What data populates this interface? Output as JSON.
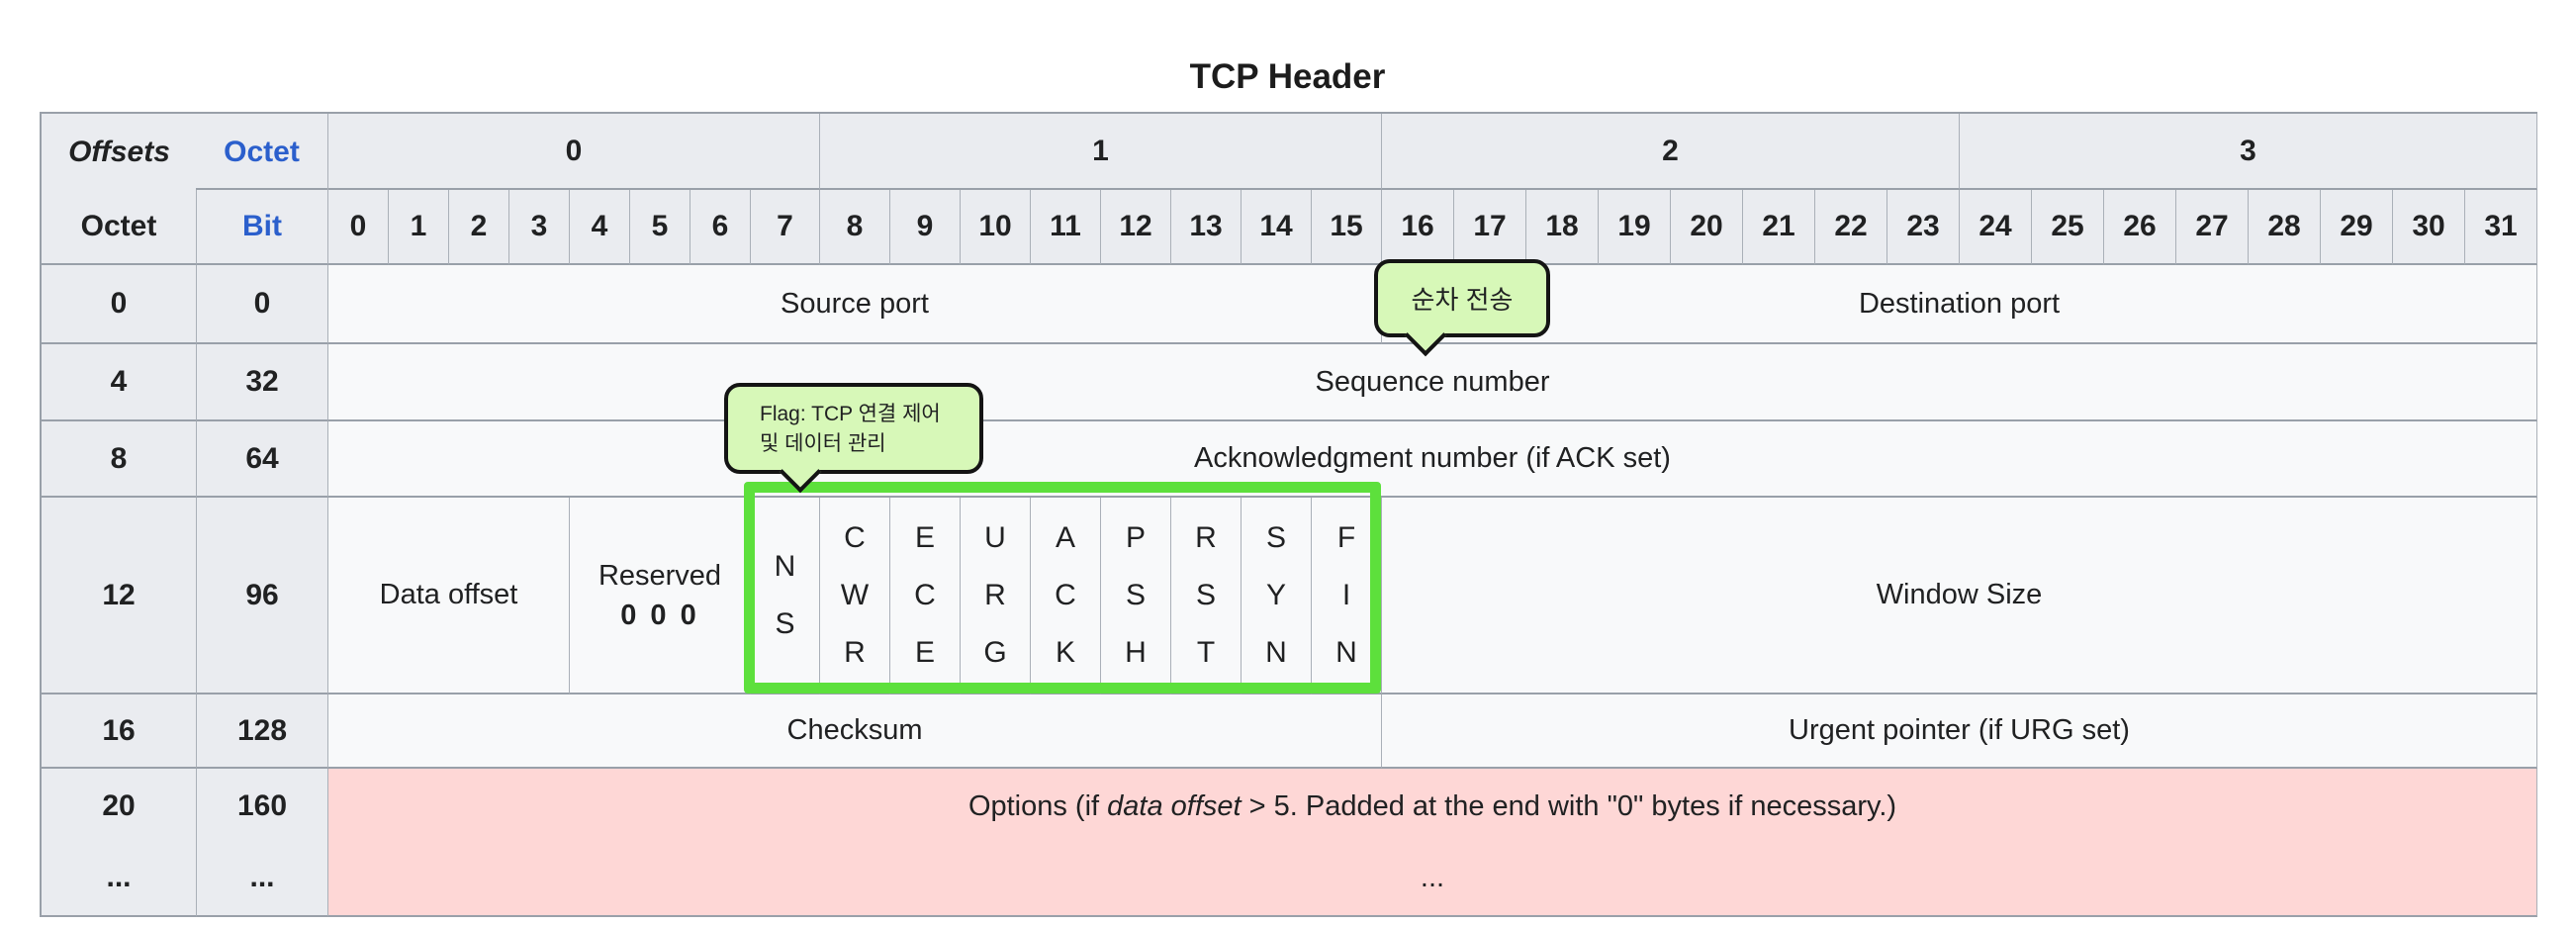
{
  "title": "TCP Header",
  "table": {
    "corner": {
      "offsets": "Offsets",
      "octet_top": "Octet",
      "octet_left": "Octet",
      "bit": "Bit"
    },
    "octet_groups": [
      "0",
      "1",
      "2",
      "3"
    ],
    "bit_numbers": [
      "0",
      "1",
      "2",
      "3",
      "4",
      "5",
      "6",
      "7",
      "8",
      "9",
      "10",
      "11",
      "12",
      "13",
      "14",
      "15",
      "16",
      "17",
      "18",
      "19",
      "20",
      "21",
      "22",
      "23",
      "24",
      "25",
      "26",
      "27",
      "28",
      "29",
      "30",
      "31"
    ],
    "rows": [
      {
        "offset": "0",
        "bit": "0",
        "cells": [
          {
            "label": "Source port"
          },
          {
            "label": "Destination port"
          }
        ]
      },
      {
        "offset": "4",
        "bit": "32",
        "cells": [
          {
            "label": "Sequence number"
          }
        ]
      },
      {
        "offset": "8",
        "bit": "64",
        "cells": [
          {
            "label": "Acknowledgment number (if ACK set)"
          }
        ]
      },
      {
        "offset": "12",
        "bit": "96",
        "data_offset_label": "Data offset",
        "reserved_label": "Reserved",
        "reserved_bits": "0 0 0",
        "flags": [
          {
            "name": "NS",
            "stacked": "N\nS"
          },
          {
            "name": "CWR",
            "stacked": "C\nW\nR"
          },
          {
            "name": "ECE",
            "stacked": "E\nC\nE"
          },
          {
            "name": "URG",
            "stacked": "U\nR\nG"
          },
          {
            "name": "ACK",
            "stacked": "A\nC\nK"
          },
          {
            "name": "PSH",
            "stacked": "P\nS\nH"
          },
          {
            "name": "RST",
            "stacked": "R\nS\nT"
          },
          {
            "name": "SYN",
            "stacked": "S\nY\nN"
          },
          {
            "name": "FIN",
            "stacked": "F\nI\nN"
          }
        ],
        "window_label": "Window Size"
      },
      {
        "offset": "16",
        "bit": "128",
        "cells": [
          {
            "label": "Checksum"
          },
          {
            "label": "Urgent pointer (if URG set)"
          }
        ]
      },
      {
        "offset": "20",
        "bit": "160",
        "offset_more": "...",
        "bit_more": "...",
        "options_prefix": "Options (if ",
        "options_emphasis": "data offset",
        "options_suffix": " > 5. Padded at the end with \"0\" bytes if necessary.)",
        "options_more": "..."
      }
    ]
  },
  "annotations": {
    "sequence_tooltip": {
      "text": "순차 전송"
    },
    "flags_tooltip": {
      "line1": "Flag: TCP 연결 제어",
      "line2": "및 데이터 관리"
    }
  },
  "colors": {
    "header_bg": "#eaecf0",
    "cell_bg": "#f8f9fa",
    "options_bg": "#fed7d6",
    "highlight_green": "#5de03c",
    "tooltip_bg": "#d7f8b8",
    "link_blue": "#2b5fcc",
    "border_gray": "#a2a9b1"
  }
}
